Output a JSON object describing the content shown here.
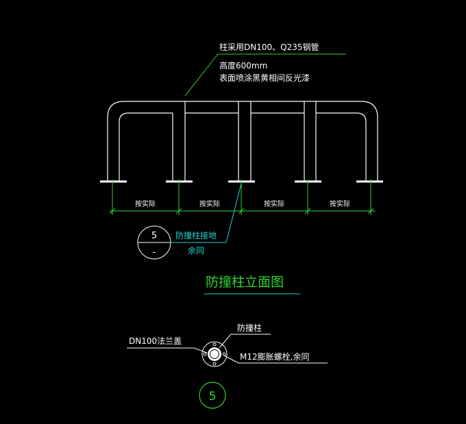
{
  "elevation": {
    "spec_line1": "柱采用DN100、Q235钢管",
    "spec_line2": "高度600mm",
    "spec_line3": "表面喷涂黑黄相间反光漆",
    "spacing_labels": [
      "按实际",
      "按实际",
      "按实际",
      "按实际"
    ],
    "detail_ref_number": "5",
    "detail_ref_sheet": "-",
    "anchor_note_line1": "防撞柱接地",
    "anchor_note_line2": "余同",
    "title": "防撞柱立面图"
  },
  "plan_detail": {
    "flange_label": "DN100法兰盖",
    "post_label": "防撞柱",
    "bolt_label": "M12膨胀螺栓,余同",
    "detail_number": "5"
  },
  "colors": {
    "background": "#000000",
    "white": "#ffffff",
    "green": "#2fd62f",
    "cyan": "#27d3d3"
  }
}
